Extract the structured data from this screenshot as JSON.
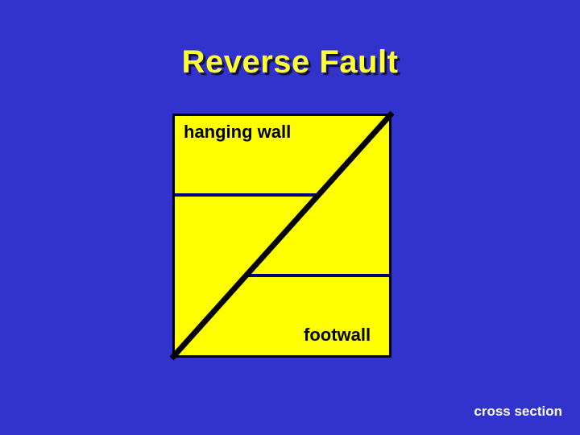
{
  "slide": {
    "title": "Reverse Fault",
    "caption": "cross section"
  },
  "diagram": {
    "label_hanging_wall": "hanging wall",
    "label_footwall": "footwall"
  },
  "colors": {
    "background": "#3232cc",
    "block_fill": "#ffff00",
    "title_text": "#ffff33",
    "bed_line": "#000080",
    "fault_line": "#000000",
    "label_text": "#000000",
    "caption_text": "#ffffff"
  }
}
